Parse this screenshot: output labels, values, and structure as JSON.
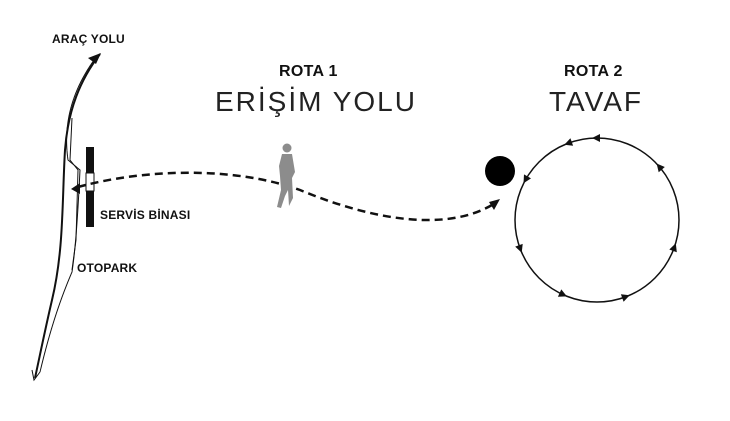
{
  "labels": {
    "arac_yolu": "ARAÇ YOLU",
    "servis_binasi": "SERVİS BİNASI",
    "otopark": "OTOPARK"
  },
  "route1": {
    "number": "ROTA 1",
    "name": "ERİŞİM YOLU"
  },
  "route2": {
    "number": "ROTA 2",
    "name": "TAVAF"
  },
  "colors": {
    "ink": "#111111",
    "figure": "#8c8c8c",
    "background": "#ffffff"
  },
  "icons": {
    "walker": "walking-person-icon",
    "kaaba": "black-circle-icon"
  }
}
